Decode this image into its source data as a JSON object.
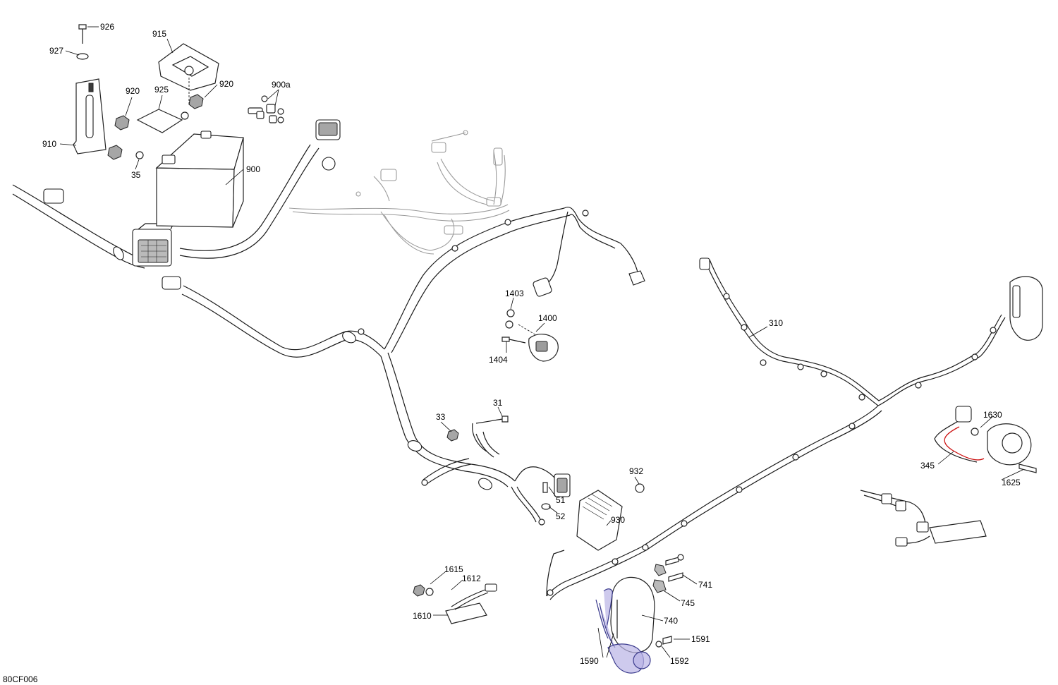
{
  "diagram": {
    "code": "80CF006",
    "callouts": [
      {
        "id": "926",
        "text": "926"
      },
      {
        "id": "927",
        "text": "927"
      },
      {
        "id": "915",
        "text": "915"
      },
      {
        "id": "920a",
        "text": "920"
      },
      {
        "id": "925",
        "text": "925"
      },
      {
        "id": "920b",
        "text": "920"
      },
      {
        "id": "900a",
        "text": "900a"
      },
      {
        "id": "910",
        "text": "910"
      },
      {
        "id": "35",
        "text": "35"
      },
      {
        "id": "900",
        "text": "900"
      },
      {
        "id": "1403",
        "text": "1403"
      },
      {
        "id": "1400",
        "text": "1400"
      },
      {
        "id": "1404",
        "text": "1404"
      },
      {
        "id": "310",
        "text": "310"
      },
      {
        "id": "33",
        "text": "33"
      },
      {
        "id": "31",
        "text": "31"
      },
      {
        "id": "1630",
        "text": "1630"
      },
      {
        "id": "345",
        "text": "345"
      },
      {
        "id": "1625",
        "text": "1625"
      },
      {
        "id": "932",
        "text": "932"
      },
      {
        "id": "51",
        "text": "51"
      },
      {
        "id": "52",
        "text": "52"
      },
      {
        "id": "930",
        "text": "930"
      },
      {
        "id": "1615",
        "text": "1615"
      },
      {
        "id": "1612",
        "text": "1612"
      },
      {
        "id": "1610",
        "text": "1610"
      },
      {
        "id": "741",
        "text": "741"
      },
      {
        "id": "745",
        "text": "745"
      },
      {
        "id": "740",
        "text": "740"
      },
      {
        "id": "1591",
        "text": "1591"
      },
      {
        "id": "1590",
        "text": "1590"
      },
      {
        "id": "1592",
        "text": "1592"
      }
    ],
    "colors": {
      "line": "#1a1a1a",
      "ghost": "#9a9a9a",
      "highlight": "#b9b4e6",
      "harness_345": "#cc1111"
    }
  }
}
